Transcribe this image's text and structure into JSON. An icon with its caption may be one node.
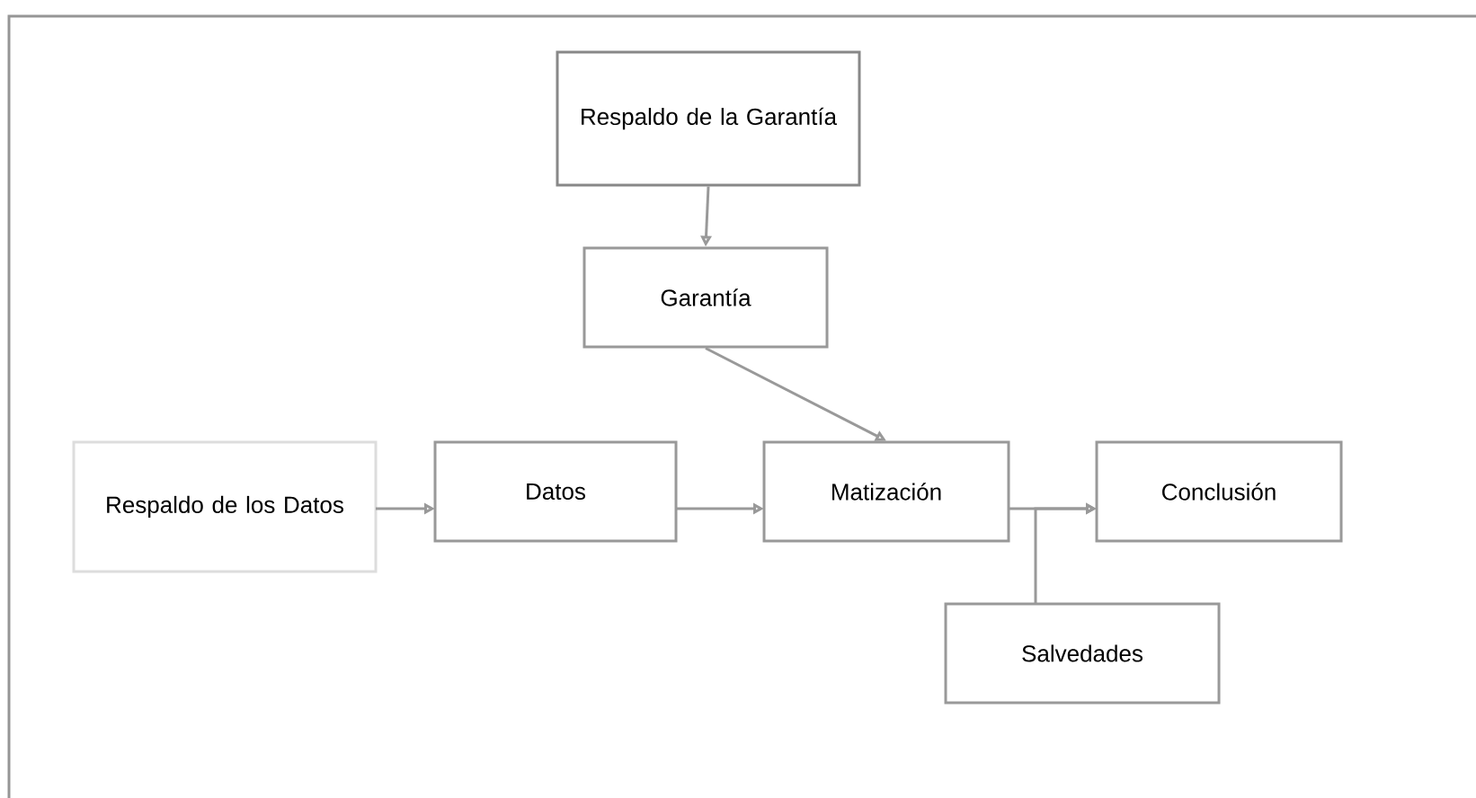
{
  "diagram": {
    "nodes": [
      {
        "text": [
          "Respaldo de la Garantía"
        ]
      },
      {
        "text": [
          "Garantía"
        ]
      },
      {
        "text": [
          "Respaldo de los Datos"
        ]
      },
      {
        "text": [
          "Datos"
        ]
      },
      {
        "text": [
          "Matización"
        ]
      },
      {
        "text": [
          "Conclusión"
        ]
      },
      {
        "text": [
          "Salvedades"
        ]
      }
    ],
    "edges": [
      {
        "from": 0,
        "to": 1,
        "arrow": "to"
      },
      {
        "from": 2,
        "to": 3,
        "arrow": "to"
      },
      {
        "from": 3,
        "to": 4,
        "arrow": "to"
      },
      {
        "from": 1,
        "to": 4,
        "arrow": "to"
      },
      {
        "from": 4,
        "to": 5,
        "arrow": "to"
      },
      {
        "from": 6,
        "to": 5,
        "arrow": "to"
      }
    ]
  }
}
